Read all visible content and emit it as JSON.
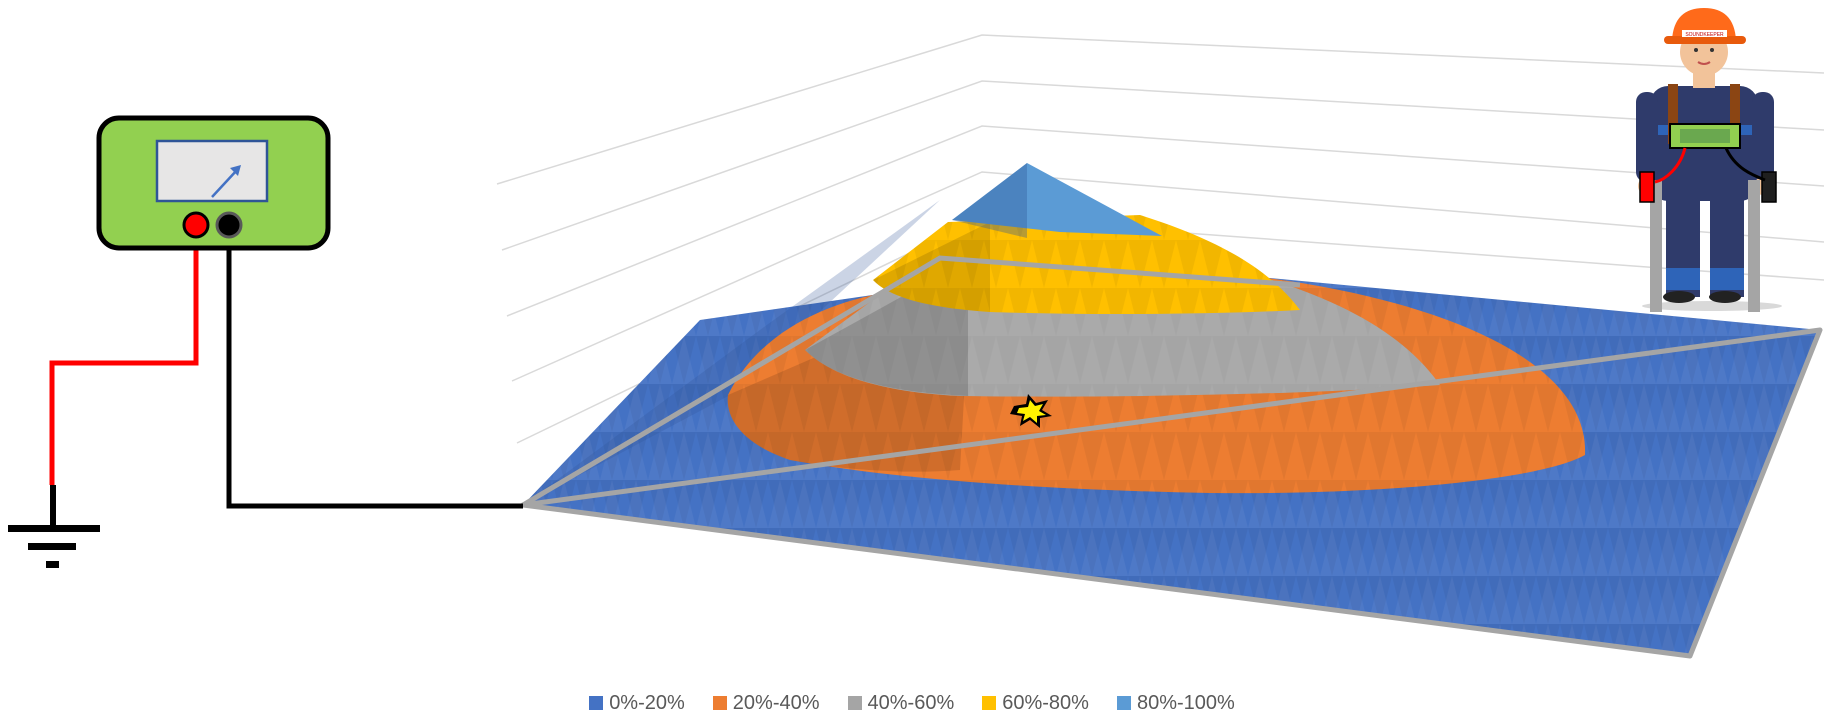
{
  "chart_data": {
    "type": "surface",
    "bands": [
      {
        "label": "0%-20%",
        "color": "#4472C4"
      },
      {
        "label": "20%-40%",
        "color": "#ED7D31"
      },
      {
        "label": "40%-60%",
        "color": "#A5A5A5"
      },
      {
        "label": "60%-80%",
        "color": "#FFC000"
      },
      {
        "label": "80%-100%",
        "color": "#5B9BD5"
      }
    ],
    "legend_position": "bottom",
    "gridlines": true
  },
  "equipment": {
    "meter_color": "#92D050",
    "helmet_text": "SOUNDKEEPER"
  }
}
